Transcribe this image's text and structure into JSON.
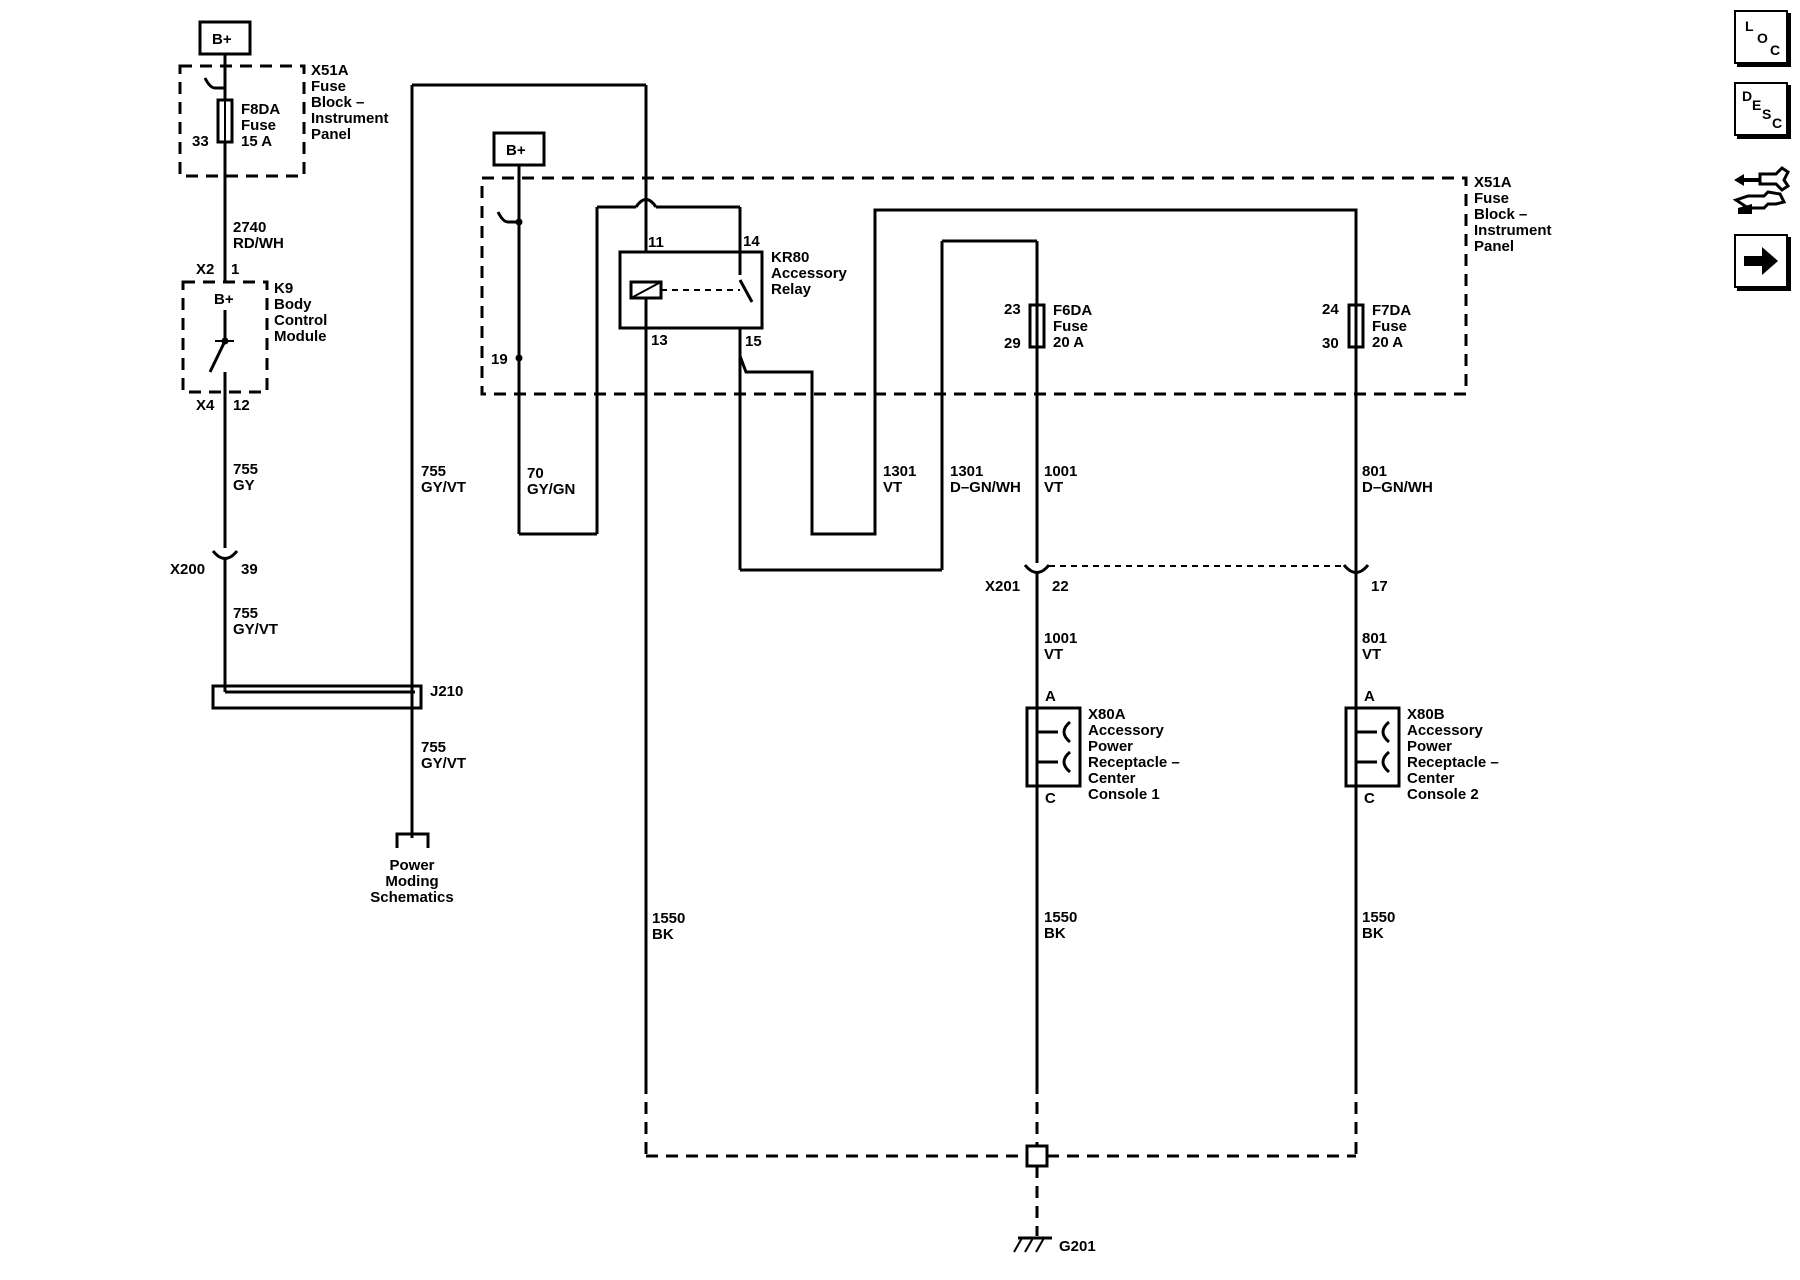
{
  "power": {
    "b_plus_1": "B+",
    "b_plus_2": "B+"
  },
  "fuse_block_top": {
    "ref": "X51A",
    "desc": [
      "Fuse",
      "Block –",
      "Instrument",
      "Panel"
    ]
  },
  "fuse_f8da": {
    "name": "F8DA",
    "type": "Fuse",
    "rating": "15 A",
    "pin": "33"
  },
  "wire_2740": {
    "num": "2740",
    "color": "RD/WH"
  },
  "k9": {
    "ref": "K9",
    "desc": [
      "Body",
      "Control",
      "Module"
    ],
    "conn_top": "X2",
    "pin_top": "1",
    "bplus": "B+",
    "conn_bot": "X4",
    "pin_bot": "12"
  },
  "wire_755_gy": {
    "num": "755",
    "color": "GY"
  },
  "x200": {
    "ref": "X200",
    "pin": "39"
  },
  "wire_755_gyvt_1": {
    "num": "755",
    "color": "GY/VT"
  },
  "wire_755_gyvt_2": {
    "num": "755",
    "color": "GY/VT"
  },
  "wire_755_gyvt_3": {
    "num": "755",
    "color": "GY/VT"
  },
  "j210": {
    "ref": "J210"
  },
  "power_moding": {
    "lines": [
      "Power",
      "Moding",
      "Schematics"
    ]
  },
  "fuse_block_main": {
    "ref": "X51A",
    "desc": [
      "Fuse",
      "Block –",
      "Instrument",
      "Panel"
    ],
    "pin19": "19"
  },
  "wire_70": {
    "num": "70",
    "color": "GY/GN"
  },
  "kr80": {
    "ref": "KR80",
    "desc": [
      "Accessory",
      "Relay"
    ],
    "pin11": "11",
    "pin14": "14",
    "pin13": "13",
    "pin15": "15"
  },
  "wire_1301_vt": {
    "num": "1301",
    "color": "VT"
  },
  "wire_1301_dgnwh": {
    "num": "1301",
    "color": "D–GN/WH"
  },
  "fuse_f6da": {
    "name": "F6DA",
    "type": "Fuse",
    "rating": "20 A",
    "pin_in": "23",
    "pin_out": "29"
  },
  "fuse_f7da": {
    "name": "F7DA",
    "type": "Fuse",
    "rating": "20 A",
    "pin_in": "24",
    "pin_out": "30"
  },
  "wire_1001_a": {
    "num": "1001",
    "color": "VT"
  },
  "wire_801_a": {
    "num": "801",
    "color": "D–GN/WH"
  },
  "x201": {
    "ref": "X201",
    "pin_a": "22",
    "pin_b": "17"
  },
  "wire_1001_b": {
    "num": "1001",
    "color": "VT"
  },
  "wire_801_b": {
    "num": "801",
    "color": "VT"
  },
  "x80a": {
    "ref": "X80A",
    "desc": [
      "Accessory",
      "Power",
      "Receptacle –",
      "Center",
      "Console 1"
    ],
    "pin_a": "A",
    "pin_c": "C"
  },
  "x80b": {
    "ref": "X80B",
    "desc": [
      "Accessory",
      "Power",
      "Receptacle –",
      "Center",
      "Console 2"
    ],
    "pin_a": "A",
    "pin_c": "C"
  },
  "ground_wire_1": {
    "num": "1550",
    "color": "BK"
  },
  "ground_wire_2": {
    "num": "1550",
    "color": "BK"
  },
  "ground_wire_3": {
    "num": "1550",
    "color": "BK"
  },
  "g201": {
    "ref": "G201"
  },
  "nav": {
    "loc": [
      "L",
      "O",
      "C"
    ],
    "desc": [
      "D",
      "E",
      "S",
      "C"
    ],
    "connector_icon": "connector-wrench-icon",
    "next_icon": "arrow-right-icon"
  }
}
